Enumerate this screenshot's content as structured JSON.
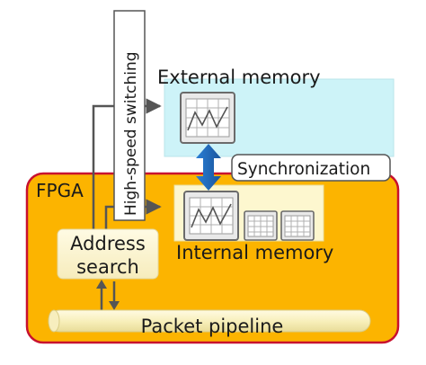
{
  "labels": {
    "fpga": "FPGA",
    "external_memory": "External memory",
    "internal_memory": "Internal memory",
    "synchronization": "Synchronization",
    "high_speed_switching": "High-speed switching",
    "address_search_line1": "Address",
    "address_search_line2": "search",
    "packet_pipeline": "Packet pipeline"
  },
  "colors": {
    "fpga_fill": "#fcb400",
    "fpga_border": "#c8102e",
    "external_memory_fill": "#cdf3f8",
    "internal_memory_fill": "#fdf7cf",
    "sync_arrow": "#1f67b8",
    "address_search_fill": "#fdf6cf",
    "pipeline_fill": "#fbf7d2",
    "connector": "#555555"
  },
  "icons": [
    "chart-grid-icon-external",
    "chart-grid-icon-internal-large",
    "chart-grid-icon-internal-small-1",
    "chart-grid-icon-internal-small-2"
  ]
}
